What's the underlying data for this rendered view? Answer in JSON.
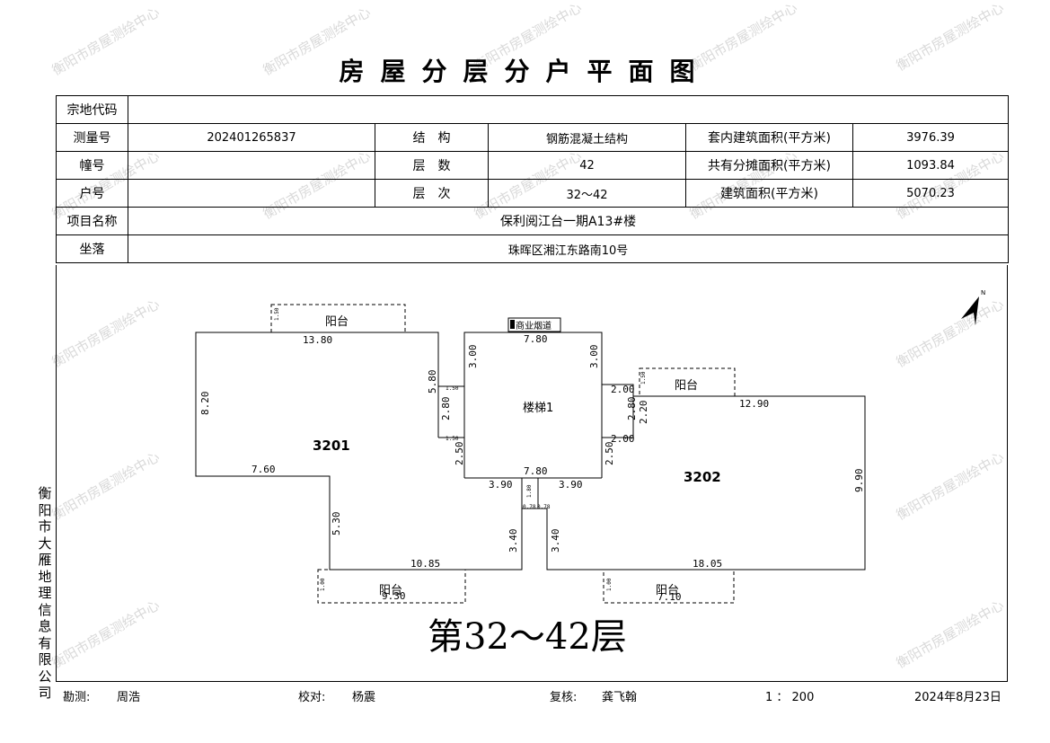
{
  "title": "房屋分层分户平面图",
  "watermark": "衡阳市房屋测绘中心",
  "vertical_org": "衡阳市大雁地理信息有限公司",
  "info": {
    "zongdi_label": "宗地代码",
    "zongdi_value": "",
    "survey_no_label": "测量号",
    "survey_no_value": "202401265837",
    "structure_label": "结　构",
    "structure_value": "钢筋混凝土结构",
    "inner_area_label": "套内建筑面积(平方米)",
    "inner_area_value": "3976.39",
    "building_label": "幢号",
    "building_value": "",
    "floors_label": "层　数",
    "floors_value": "42",
    "shared_area_label": "共有分摊面积(平方米)",
    "shared_area_value": "1093.84",
    "unit_label": "户号",
    "unit_value": "",
    "floor_range_label": "层　次",
    "floor_range_value": "32～42",
    "build_area_label": "建筑面积(平方米)",
    "build_area_value": "5070.23",
    "project_label": "项目名称",
    "project_value": "保利阅江台一期A13#楼",
    "location_label": "坐落",
    "location_value": "珠晖区湘江东路南10号"
  },
  "plan": {
    "unit_left": "3201",
    "unit_right": "3202",
    "stair": "楼梯1",
    "balcony": "阳台",
    "shaft": "商业烟道",
    "floor_caption": "第32～42层",
    "dims": {
      "d1380": "13.80",
      "d820": "8.20",
      "d760": "7.60",
      "d530": "5.30",
      "d1085": "10.85",
      "d580": "5.80",
      "d280a": "2.80",
      "d250a": "2.50",
      "d150a": "1.50",
      "d150b": "1.50",
      "d300a": "3.00",
      "d300b": "3.00",
      "d780a": "7.80",
      "d780b": "7.80",
      "d280b": "2.80",
      "d250b": "2.50",
      "d200a": "2.00",
      "d200b": "2.00",
      "d220": "2.20",
      "d390a": "3.90",
      "d390b": "3.90",
      "d340a": "3.40",
      "d340b": "3.40",
      "d180": "1.80",
      "d1290": "12.90",
      "d990": "9.90",
      "d1805": "18.05",
      "b150a": "1.50",
      "b150b": "1.50",
      "b100a": "1.00",
      "b100b": "1.00",
      "b930": "9.30",
      "b710": "7.10",
      "b078a": "0.78",
      "b078b": "0.78"
    }
  },
  "footer": {
    "surveyor_label": "勘测:",
    "surveyor_value": "周浩",
    "checker_label": "校对:",
    "checker_value": "杨震",
    "reviewer_label": "复核:",
    "reviewer_value": "龚飞翰",
    "scale": "1 ： 200",
    "date": "2024年8月23日"
  }
}
